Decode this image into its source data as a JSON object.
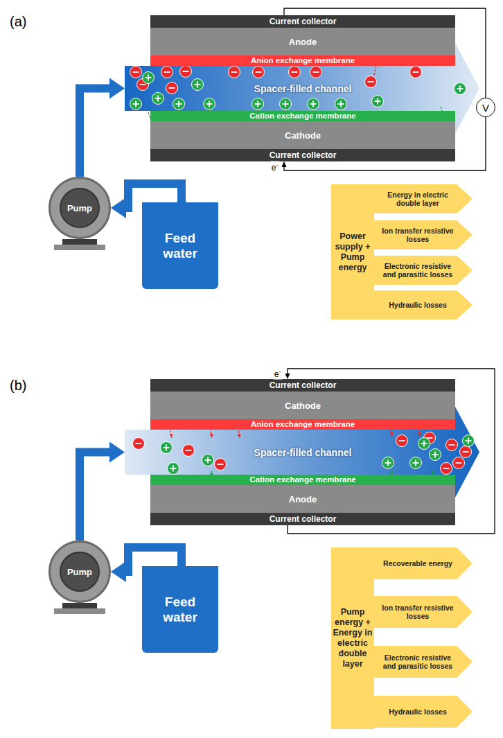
{
  "diagram": {
    "nodes": [
      {
        "text": [
          "Current collector"
        ]
      },
      {
        "text": [
          "Anode"
        ]
      },
      {
        "text": [
          "Anion exchange membrane"
        ]
      },
      {
        "text": [
          "Spacer-filled channel"
        ]
      },
      {
        "text": [
          "Cation exchange membrane"
        ]
      },
      {
        "text": [
          "Cathode"
        ]
      },
      {
        "text": [
          "Current collector"
        ]
      },
      {
        "text": [
          "V"
        ]
      },
      {
        "text": [
          "Pump"
        ]
      },
      {
        "text": [
          "Feed water"
        ]
      },
      {
        "text": [
          "Power supply + Pump energy"
        ]
      },
      {
        "text": [
          "Energy in electric double layer"
        ]
      },
      {
        "text": [
          "Ion transfer resistive losses"
        ]
      },
      {
        "text": [
          "Electronic resistive and parasitic losses"
        ]
      },
      {
        "text": [
          "Hydraulic losses"
        ]
      },
      {
        "text": [
          "Current collector"
        ]
      },
      {
        "text": [
          "Cathode"
        ]
      },
      {
        "text": [
          "Anion exchange membrane"
        ]
      },
      {
        "text": [
          "Spacer-filled channel"
        ]
      },
      {
        "text": [
          "Cation exchange membrane"
        ]
      },
      {
        "text": [
          "Anode"
        ]
      },
      {
        "text": [
          "Current collector"
        ]
      },
      {
        "text": [
          "Pump"
        ]
      },
      {
        "text": [
          "Feed water"
        ]
      },
      {
        "text": [
          "Pump energy + Energy in electric double layer"
        ]
      },
      {
        "text": [
          "Recoverable energy"
        ]
      },
      {
        "text": [
          "Ion transfer resistive losses"
        ]
      },
      {
        "text": [
          "Electronic resistive and parasitic losses"
        ]
      },
      {
        "text": [
          "Hydraulic losses"
        ]
      }
    ],
    "edges": [
      {
        "from": 0,
        "to": 7,
        "arrow": "none"
      },
      {
        "from": 7,
        "to": 6,
        "arrow": "to",
        "label": "e⁻"
      },
      {
        "from": 9,
        "to": 8,
        "arrow": "to"
      },
      {
        "from": 8,
        "to": 3,
        "arrow": "to"
      },
      {
        "from": 21,
        "to": 15,
        "arrow": "to",
        "label": "e⁻"
      },
      {
        "from": 23,
        "to": 22,
        "arrow": "to"
      },
      {
        "from": 22,
        "to": 18,
        "arrow": "to"
      }
    ],
    "labels": [
      "(a)",
      "(b)"
    ]
  }
}
